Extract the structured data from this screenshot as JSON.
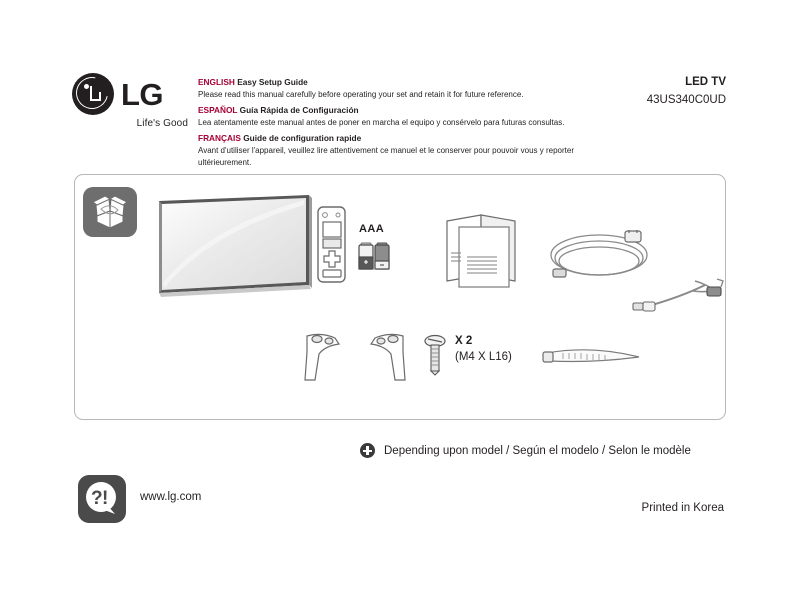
{
  "brand": {
    "logo_mark": "lg-circle-face-logo",
    "wordmark": "LG",
    "tagline": "Life's Good"
  },
  "header": {
    "intro": [
      {
        "lang": "ENGLISH",
        "title": "Easy Setup Guide",
        "body": "Please read this manual carefully before operating your set and retain it for future reference."
      },
      {
        "lang": "ESPAÑOL",
        "title": "Guía Rápida de Configuración",
        "body": "Lea atentamente este manual antes de poner en marcha el equipo y consérvelo para futuras consultas."
      },
      {
        "lang": "FRANÇAIS",
        "title": "Guide de configuration rapide",
        "body": "Avant d'utiliser l'appareil, veuillez lire attentivement ce manuel et le conserver pour pouvoir vous y reporter ultérieurement."
      }
    ],
    "product_type": "LED TV",
    "model_number": "43US340C0UD"
  },
  "contents_panel": {
    "items": [
      {
        "name": "package-box",
        "icon": "open-box-icon",
        "label": ""
      },
      {
        "name": "television",
        "icon": "led-tv-illustration",
        "label": ""
      },
      {
        "name": "remote-control",
        "icon": "remote-control-illustration",
        "label": ""
      },
      {
        "name": "batteries",
        "icon": "aaa-battery-illustration",
        "label": "AAA"
      },
      {
        "name": "manuals",
        "icon": "manual-documents-illustration",
        "label": ""
      },
      {
        "name": "power-cable",
        "icon": "coiled-power-cable-illustration",
        "label": ""
      },
      {
        "name": "adapter-cable",
        "icon": "adapter-cable-illustration",
        "label": ""
      },
      {
        "name": "stand-legs",
        "icon": "tv-stand-legs-illustration",
        "label": ""
      },
      {
        "name": "screws",
        "icon": "screw-illustration",
        "quantity": "X 2",
        "spec": "(M4 X L16)"
      },
      {
        "name": "cable-tie",
        "icon": "cable-tie-illustration",
        "label": ""
      }
    ]
  },
  "note": {
    "badge": "plus-badge-icon",
    "text": "Depending upon model / Según el modelo / Selon le modèle"
  },
  "footer": {
    "help_icon": "question-exclamation-speech-bubble-icon",
    "website": "www.lg.com",
    "printed_in": "Printed in Korea"
  },
  "colors": {
    "accent": "#a50034",
    "text": "#231f20",
    "panel_border": "#b8b8b8",
    "icon_gray": "#6e6e6e",
    "footer_icon_gray": "#4a4a4a"
  }
}
